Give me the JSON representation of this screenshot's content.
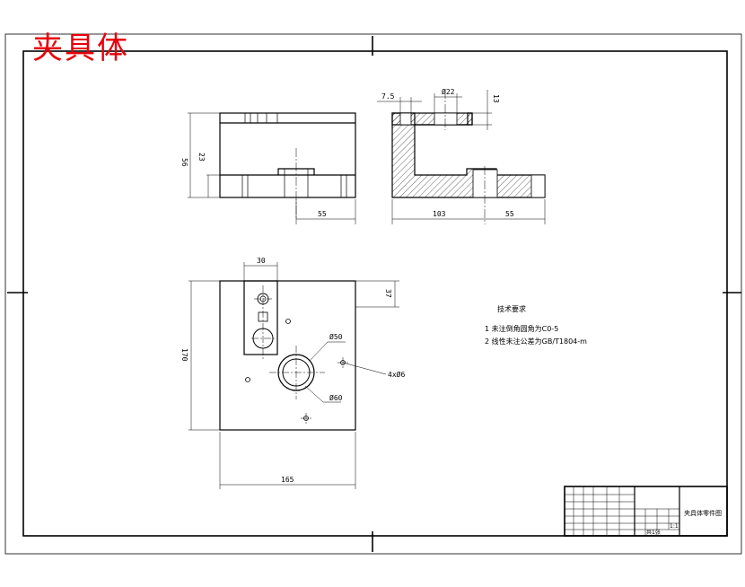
{
  "title": "夹具体",
  "dims": {
    "front_w": "55",
    "front_h1": "56",
    "front_h2": "23",
    "side_gap": "7.5",
    "side_dia": "Ø22",
    "side_h": "13",
    "side_w1": "103",
    "side_w2": "55",
    "top_w": "30",
    "top_h": "37",
    "top_total_h": "170",
    "top_total_w": "165",
    "d_outer": "Ø60",
    "d_inner": "Ø50",
    "holes": "4xØ6"
  },
  "notes": {
    "heading": "技术要求",
    "line1": "1  未注倒角圆角为C0-5",
    "line2": "2  线性未注公差为GB/T1804-m"
  },
  "title_block": {
    "part_name": "夹具体零件图",
    "scale": "1:1",
    "sheet": "共1张"
  }
}
